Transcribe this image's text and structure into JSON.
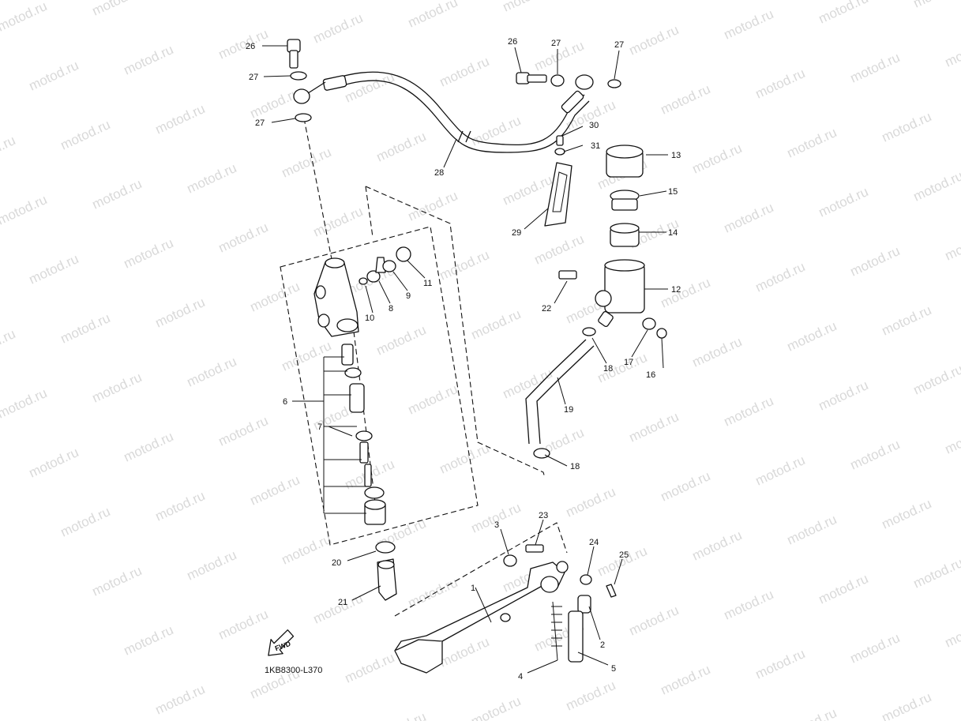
{
  "watermark": "motod.ru",
  "diagram_code": "1KB8300-L370",
  "fwd_label": "FWD",
  "callouts": {
    "c1": "1",
    "c2": "2",
    "c3": "3",
    "c4": "4",
    "c5": "5",
    "c6": "6",
    "c7": "7",
    "c8": "8",
    "c9": "9",
    "c10": "10",
    "c11": "11",
    "c12": "12",
    "c13": "13",
    "c14": "14",
    "c15": "15",
    "c16": "16",
    "c17": "17",
    "c18a": "18",
    "c18b": "18",
    "c19": "19",
    "c20": "20",
    "c21": "21",
    "c22": "22",
    "c23": "23",
    "c24": "24",
    "c25": "25",
    "c26a": "26",
    "c26b": "26",
    "c27a": "27",
    "c27b": "27",
    "c27c": "27",
    "c27d": "27",
    "c28": "28",
    "c29": "29",
    "c30": "30",
    "c31": "31"
  }
}
